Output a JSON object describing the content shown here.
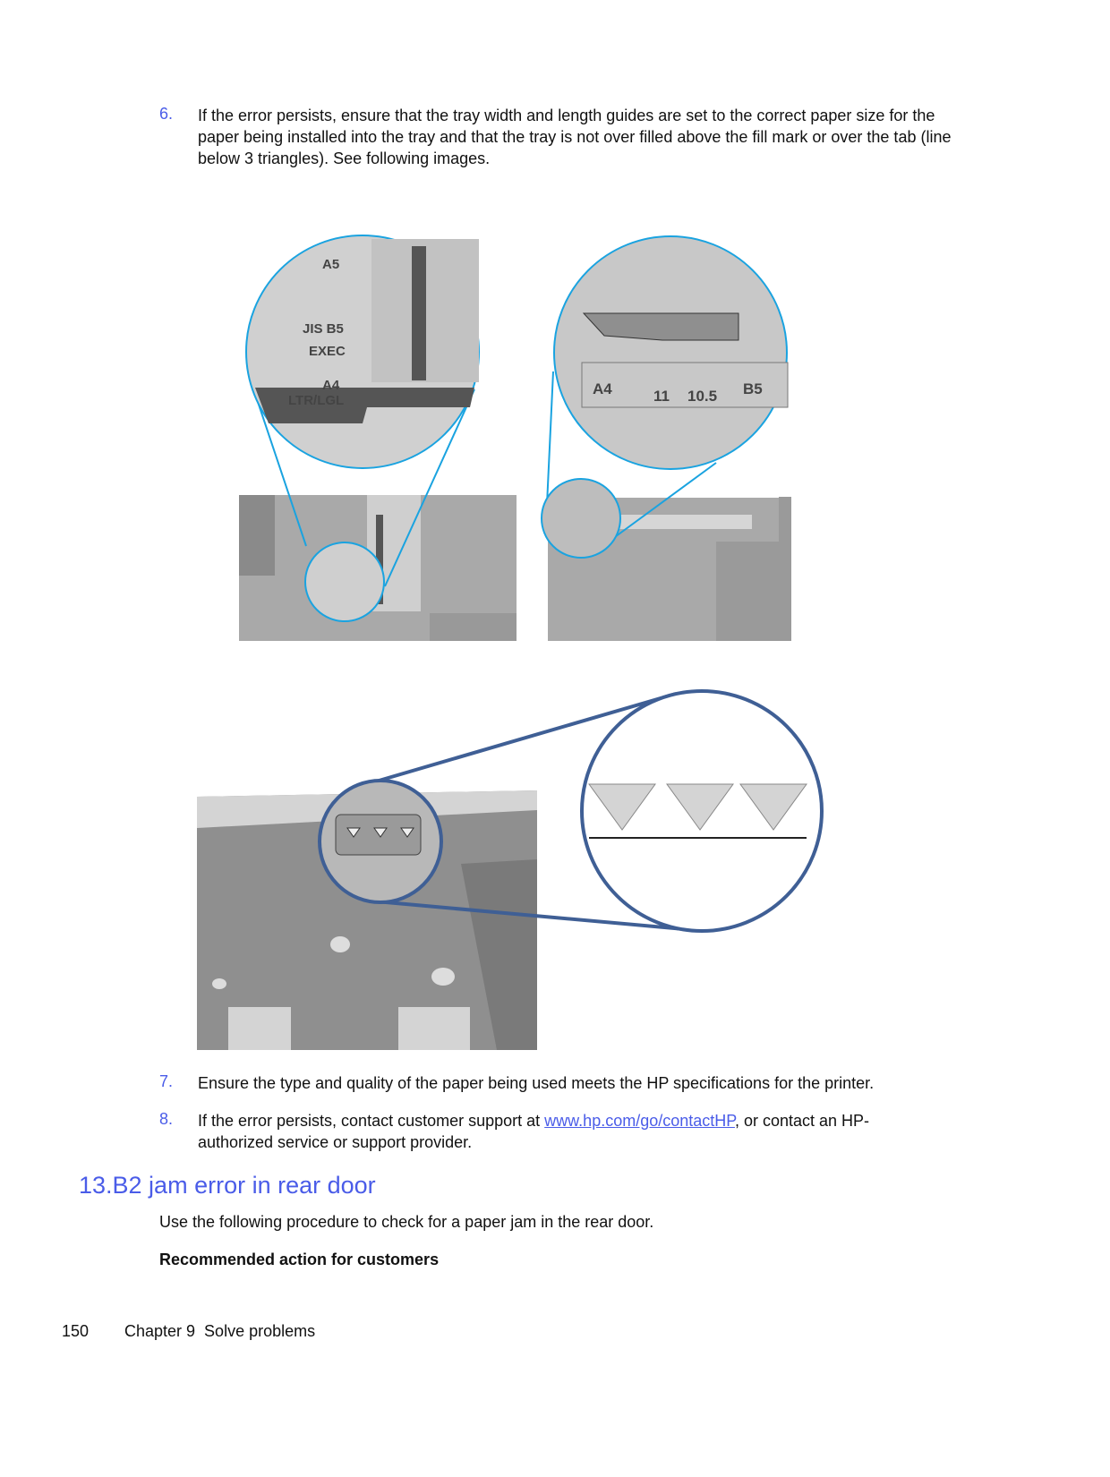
{
  "steps": [
    {
      "number": "6.",
      "text": "If the error persists, ensure that the tray width and length guides are set to the correct paper size for the paper being installed into the tray and that the tray is not over filled above the fill mark or over the tab (line below 3 triangles). See following images."
    },
    {
      "number": "7.",
      "text": "Ensure the type and quality of the paper being used meets the HP specifications for the printer."
    },
    {
      "number": "8.",
      "text_before": "If the error persists, contact customer support at ",
      "link": "www.hp.com/go/contactHP",
      "text_after": ", or contact an HP-authorized service or support provider."
    }
  ],
  "figure1": {
    "labels": [
      "A5",
      "JIS B5",
      "EXEC",
      "A4",
      "LTR/LGL"
    ]
  },
  "figure2": {
    "labels": [
      "A4",
      "11",
      "10.5",
      "B5"
    ]
  },
  "section": {
    "heading": "13.B2 jam error in rear door",
    "intro": "Use the following procedure to check for a paper jam in the rear door.",
    "subheading": "Recommended action for customers"
  },
  "footer": {
    "page": "150",
    "chapter": "Chapter 9  Solve problems"
  },
  "colors": {
    "accent": "#4a5ce8",
    "callout_cyan": "#1aa3e0",
    "callout_blue": "#3f5f95"
  }
}
